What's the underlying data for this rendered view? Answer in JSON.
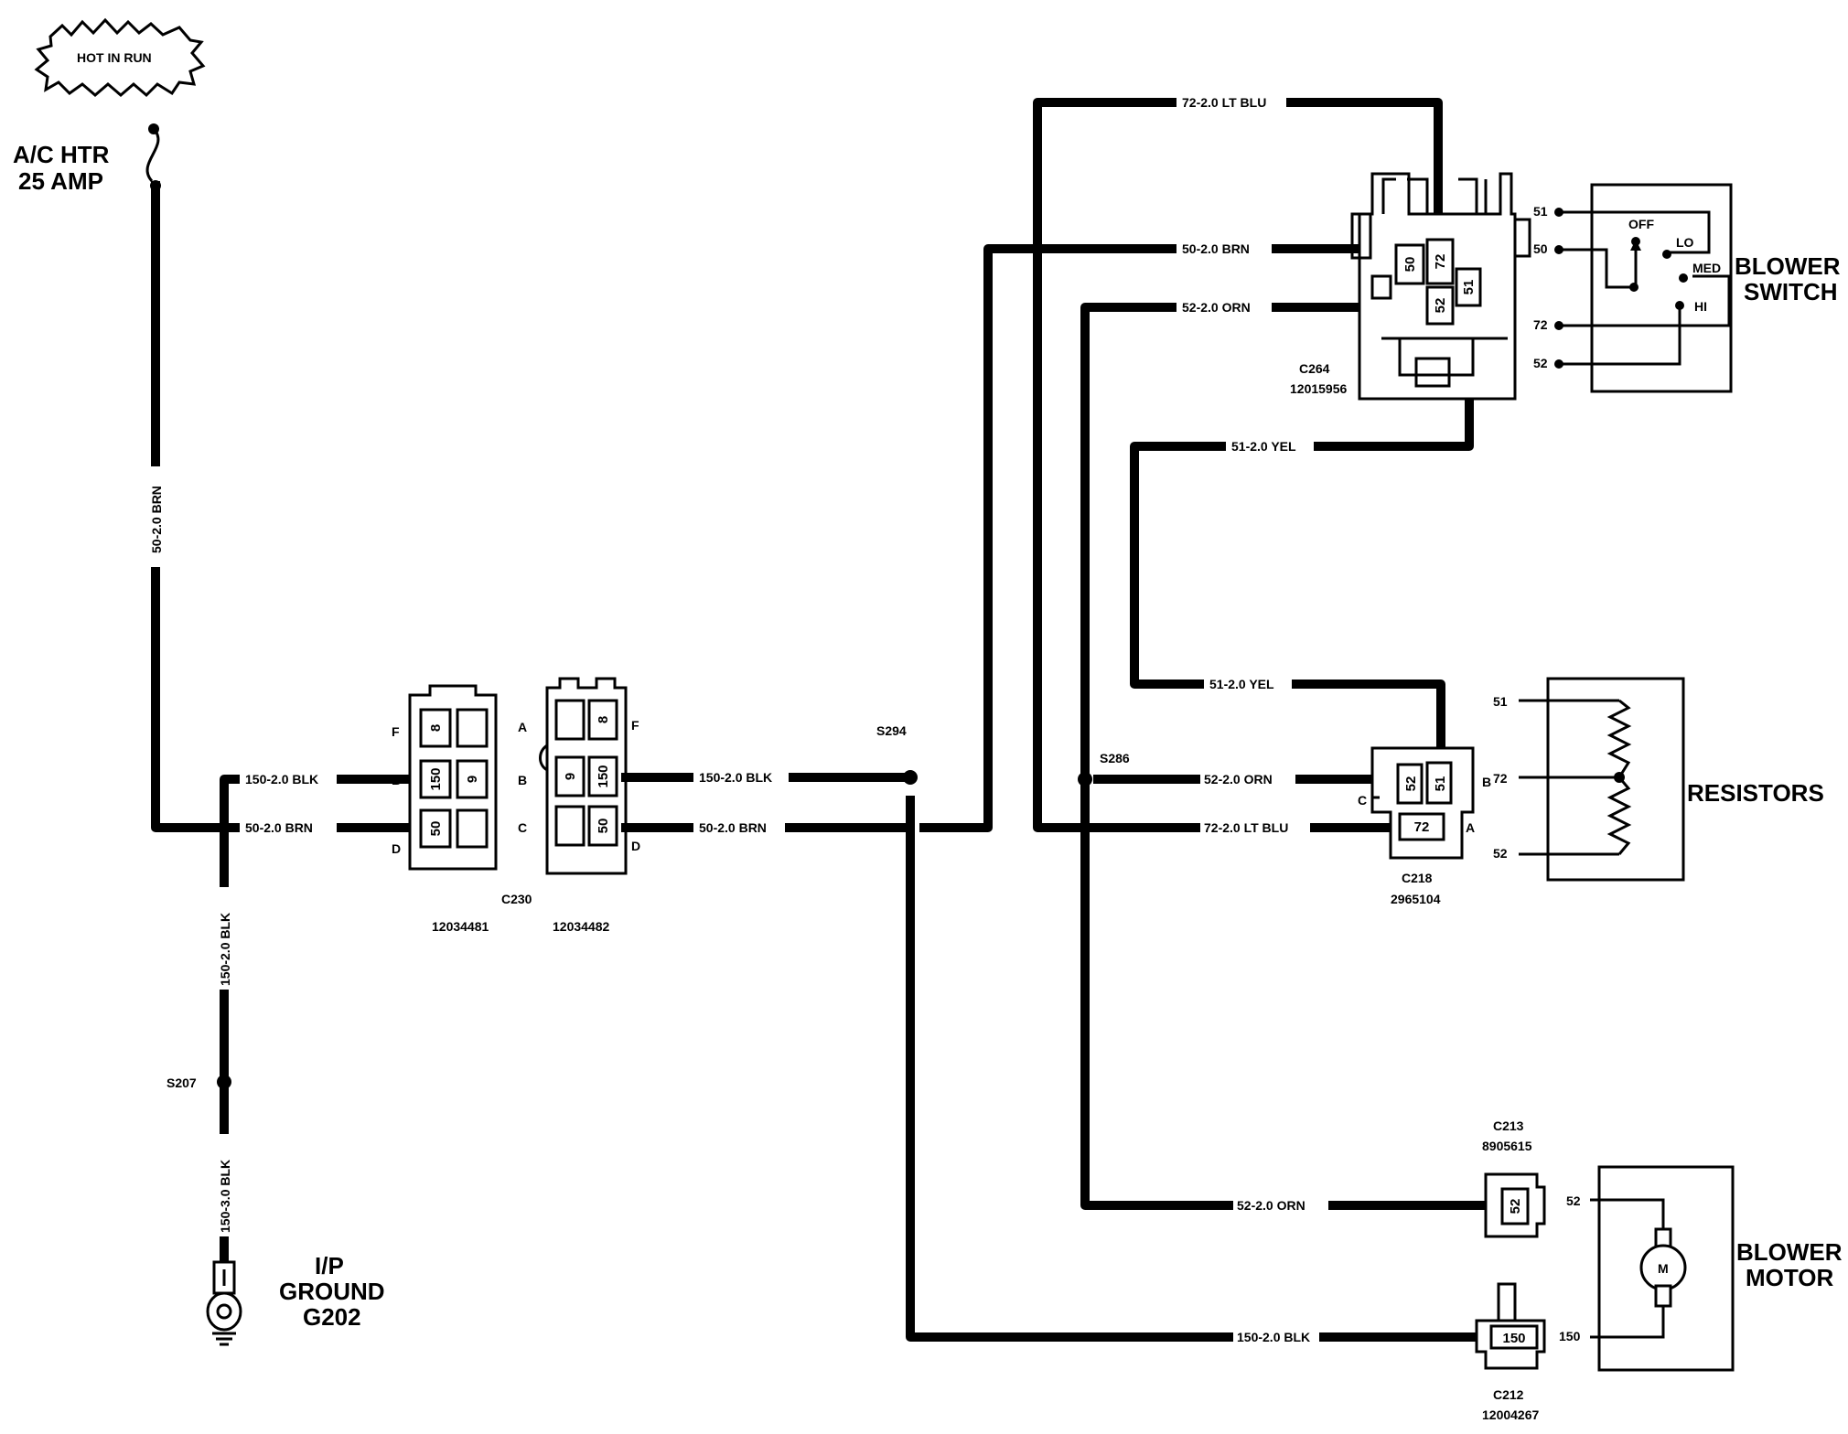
{
  "power": {
    "badge": "HOT IN RUN",
    "fuse_line1": "A/C HTR",
    "fuse_line2": "25 AMP"
  },
  "ground": {
    "line1": "I/P",
    "line2": "GROUND",
    "line3": "G202"
  },
  "wires": {
    "fuse_feed": "50-2.0 BRN",
    "c230_left_blk": "150-2.0 BLK",
    "c230_left_brn": "50-2.0 BRN",
    "ground_upper": "150-2.0 BLK",
    "ground_lower": "150-3.0 BLK",
    "c230_right_blk": "150-2.0 BLK",
    "c230_right_brn": "50-2.0 BRN",
    "top_ltblu": "72-2.0 LT BLU",
    "switch_brn": "50-2.0 BRN",
    "switch_orn": "52-2.0 ORN",
    "switch_yel": "51-2.0 YEL",
    "res_yel": "51-2.0 YEL",
    "res_orn": "52-2.0 ORN",
    "res_ltblu": "72-2.0 LT BLU",
    "motor_orn": "52-2.0 ORN",
    "motor_blk": "150-2.0 BLK"
  },
  "splices": {
    "s207": "S207",
    "s294": "S294",
    "s286": "S286"
  },
  "connectors": {
    "c230": {
      "name": "C230",
      "part_left": "12034481",
      "part_right": "12034482",
      "letters_left": [
        "F",
        "B",
        "D"
      ],
      "letters_mid": [
        "A",
        "B",
        "C"
      ],
      "letters_right": [
        "F",
        "D"
      ],
      "pins_left": [
        "8",
        "150",
        "9",
        "50"
      ],
      "pins_right": [
        "8",
        "9",
        "150",
        "50"
      ]
    },
    "c264": {
      "name": "C264",
      "part": "12015956",
      "pins": [
        "50",
        "72",
        "52",
        "51"
      ]
    },
    "c218": {
      "name": "C218",
      "part": "2965104",
      "pins": [
        "52",
        "51",
        "72"
      ],
      "letters": [
        "C",
        "B",
        "A"
      ]
    },
    "c213": {
      "name": "C213",
      "part": "8905615",
      "pin": "52"
    },
    "c212": {
      "name": "C212",
      "part": "12004267",
      "pin": "150"
    }
  },
  "blower_switch": {
    "title1": "BLOWER",
    "title2": "SWITCH",
    "terminals": [
      "51",
      "50",
      "72",
      "52"
    ],
    "positions": [
      "OFF",
      "LO",
      "MED",
      "HI"
    ]
  },
  "resistors": {
    "title": "RESISTORS",
    "terminals": [
      "51",
      "72",
      "52"
    ]
  },
  "blower_motor": {
    "title1": "BLOWER",
    "title2": "MOTOR",
    "terminals": [
      "52",
      "150"
    ],
    "symbol": "M"
  }
}
